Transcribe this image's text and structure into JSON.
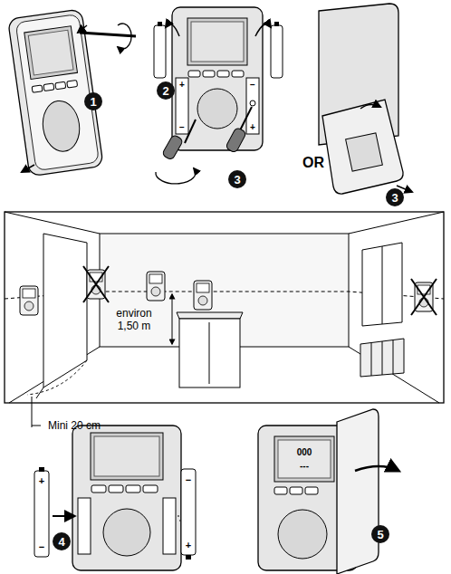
{
  "diagram": {
    "nodes": [
      {
        "text": [
          "1"
        ]
      },
      {
        "text": [
          "2"
        ]
      },
      {
        "text": [
          "3"
        ]
      },
      {
        "text": [
          "3"
        ]
      },
      {
        "text": [
          "4"
        ]
      },
      {
        "text": [
          "5"
        ]
      }
    ],
    "labels": [
      "OR",
      "environ 1,50 m",
      "Mini 20 cm",
      "000",
      "---",
      "+",
      "−",
      "−",
      "+",
      "+",
      "−",
      "−",
      "+"
    ]
  }
}
